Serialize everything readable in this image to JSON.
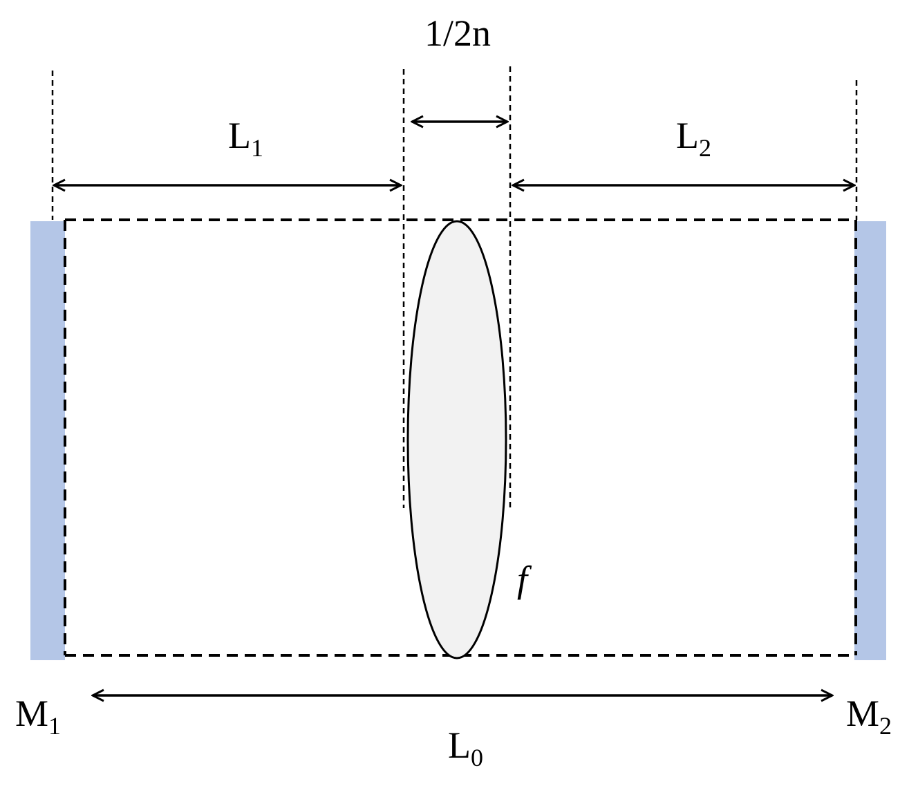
{
  "labels": {
    "gap": "1/2n",
    "l1_main": "L",
    "l1_sub": "1",
    "l2_main": "L",
    "l2_sub": "2",
    "l0_main": "L",
    "l0_sub": "0",
    "m1_main": "M",
    "m1_sub": "1",
    "m2_main": "M",
    "m2_sub": "2",
    "focal": "f"
  },
  "colors": {
    "mirror": "#b4c6e7",
    "lens_fill": "#f2f2f2",
    "line": "#000000"
  },
  "icons": {
    "lens": "lens-icon",
    "mirror_left": "mirror-icon",
    "mirror_right": "mirror-icon"
  }
}
